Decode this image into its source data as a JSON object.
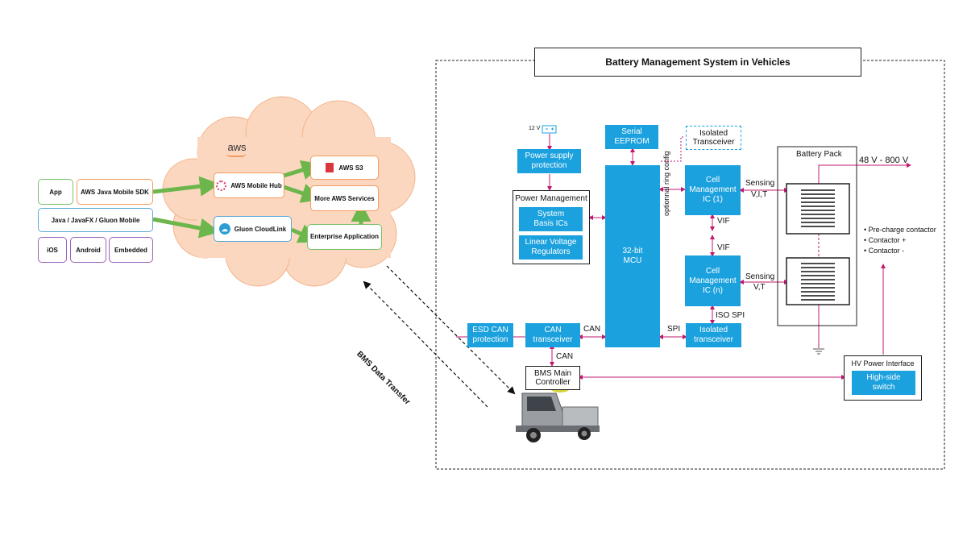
{
  "bms": {
    "title": "Battery Management System in Vehicles",
    "supply_voltage": "12 V",
    "power_supply_protection": "Power supply protection",
    "power_management": "Power Management",
    "system_basis_ics": "System Basis ICs",
    "linear_voltage_regulators": "Linear Voltage Regulators",
    "serial_eeprom": "Serial EEPROM",
    "mcu": "32-bit MCU",
    "isolated_transceiver_top": "Isolated Transceiver",
    "ring_config": "optionnal ring config",
    "cell_ic_1": "Cell Management IC (1)",
    "cell_ic_n": "Cell Management IC (n)",
    "vif_1": "VIF",
    "vif_2": "VIF",
    "iso_spi": "ISO SPI",
    "isolated_transceiver_bottom": "Isolated transceiver",
    "spi": "SPI",
    "esd_can": "ESD CAN protection",
    "can_transceiver": "CAN transceiver",
    "can_1": "CAN",
    "can_2": "CAN",
    "bms_main_controller": "BMS Main Controller",
    "sensing_1": "Sensing",
    "sensing_1_values": "V,I,T",
    "sensing_n": "Sensing",
    "sensing_n_values": "V,T",
    "battery_pack": "Battery Pack",
    "voltage_range": "48 V - 800 V",
    "contactors": [
      "Pre-charge contactor",
      "Contactor +",
      "Contactor -"
    ],
    "hv_power_interface": "HV Power Interface",
    "high_side_switch": "High-side switch"
  },
  "aws": {
    "logo": "aws",
    "app": "App",
    "java_sdk": "AWS Java Mobile SDK",
    "java_fx": "Java / JavaFX / Gluon Mobile",
    "ios": "iOS",
    "android": "Android",
    "embedded": "Embedded",
    "mobile_hub": "AWS Mobile Hub",
    "s3": "AWS S3",
    "more_services": "More AWS Services",
    "gluon_cloudlink": "Gluon CloudLink",
    "enterprise_app": "Enterprise Application"
  },
  "transfer_label": "BMS Data Transfer",
  "colors": {
    "block_blue": "#1ba1dd",
    "connector_magenta": "#c2186f",
    "cloud_fill": "#fcd7bf",
    "aws_orange": "#f39b5f",
    "aws_green": "#79c26a",
    "arrow_green": "#6cb64c"
  }
}
